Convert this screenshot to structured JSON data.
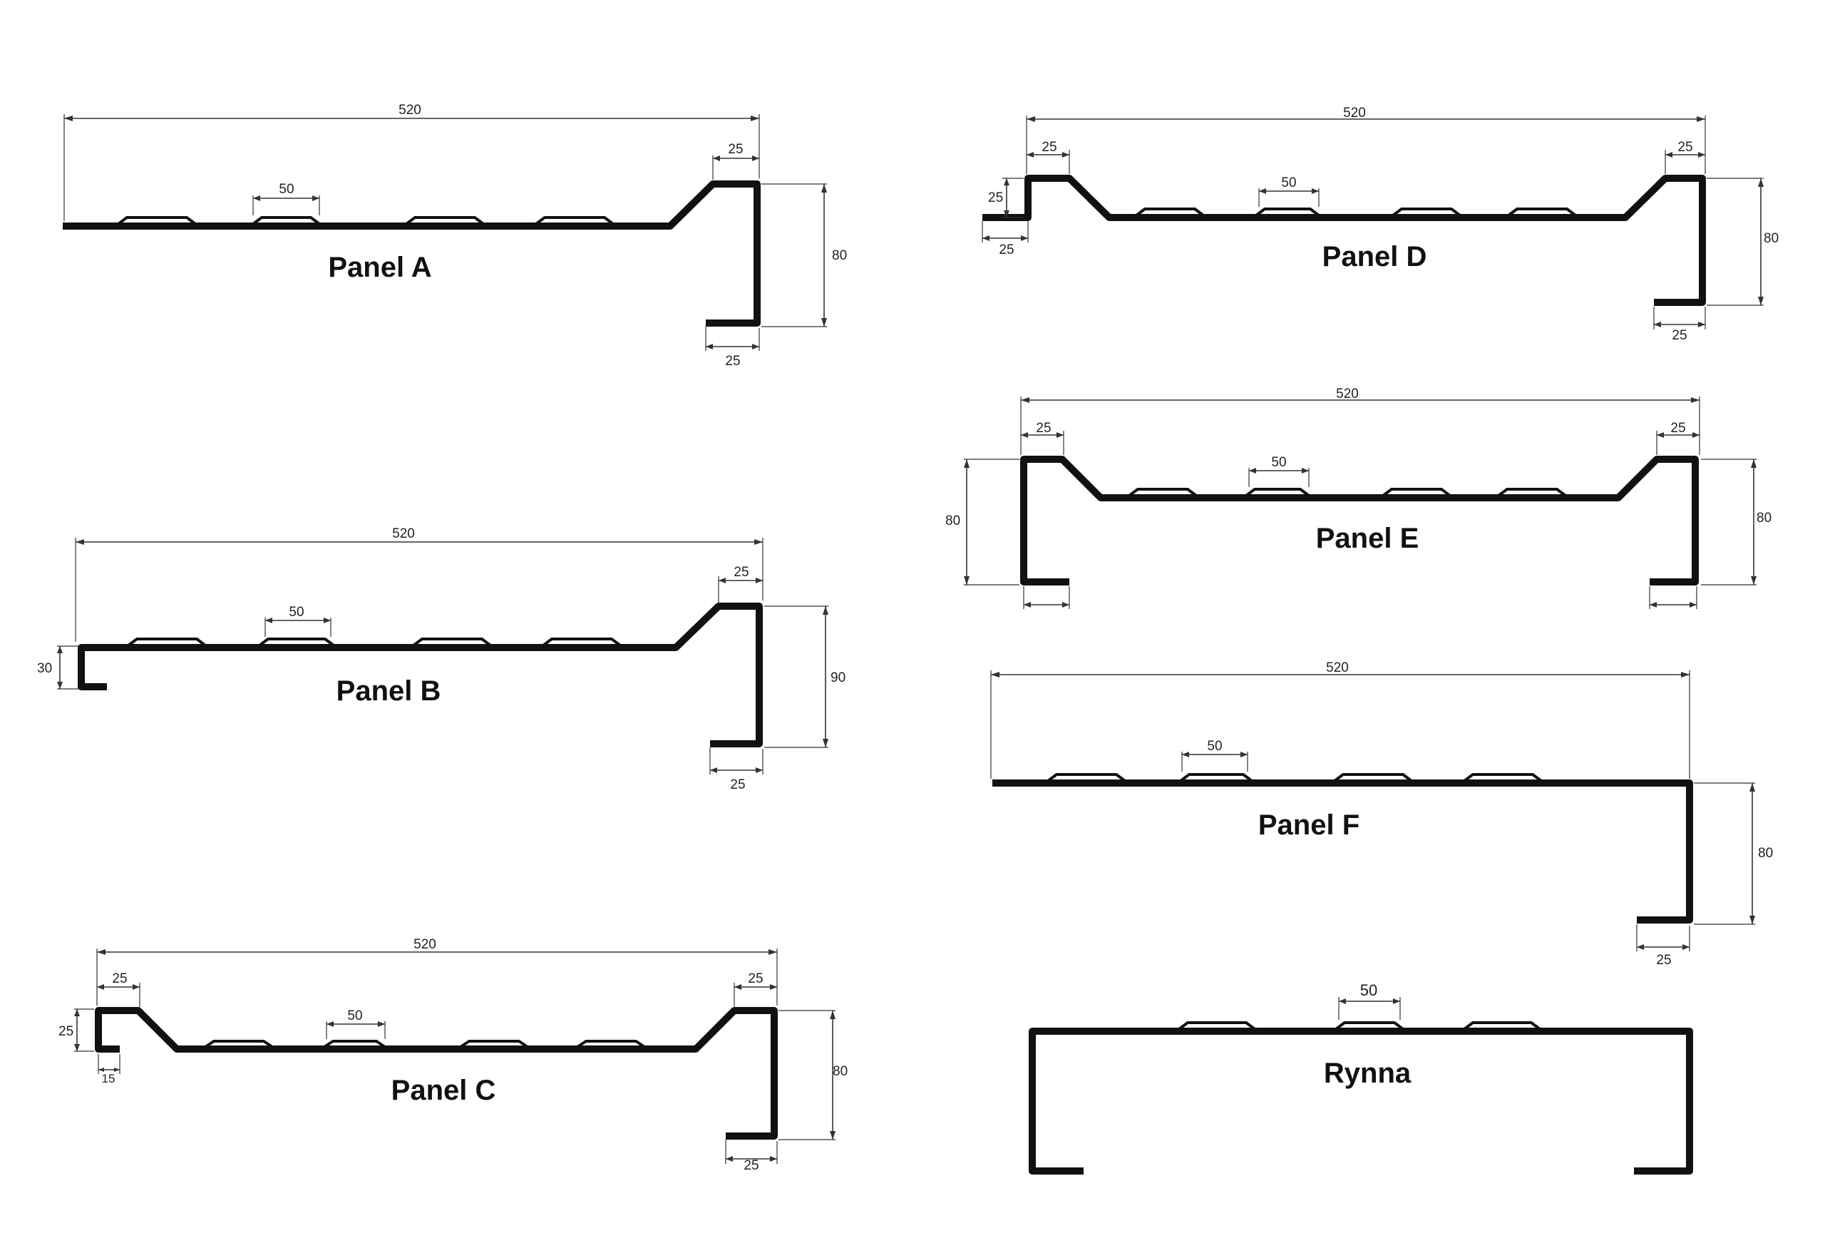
{
  "diagram": {
    "dimension_unit": "",
    "panels": [
      {
        "id": "A",
        "title": "Panel A",
        "dims": {
          "width": "520",
          "rib": "50",
          "top_flange": "25",
          "height": "80",
          "bottom_flange": "25"
        }
      },
      {
        "id": "B",
        "title": "Panel B",
        "dims": {
          "width": "520",
          "rib": "50",
          "top_flange": "25",
          "height": "90",
          "bottom_flange": "25",
          "left_hook": "30"
        }
      },
      {
        "id": "C",
        "title": "Panel C",
        "dims": {
          "width": "520",
          "rib": "50",
          "left_top": "25",
          "left_height": "25",
          "left_hook": "15",
          "right_top": "25",
          "height": "80",
          "bottom_flange": "25"
        }
      },
      {
        "id": "D",
        "title": "Panel D",
        "dims": {
          "width": "520",
          "rib": "50",
          "left_top": "25",
          "left_height": "25",
          "left_foot": "25",
          "right_top": "25",
          "height": "80",
          "bottom_flange": "25"
        }
      },
      {
        "id": "E",
        "title": "Panel E",
        "dims": {
          "width": "520",
          "rib": "50",
          "left_top": "25",
          "right_top": "25",
          "left_height": "80",
          "right_height": "80"
        }
      },
      {
        "id": "F",
        "title": "Panel F",
        "dims": {
          "width": "520",
          "rib": "50",
          "height": "80",
          "bottom_flange": "25"
        }
      },
      {
        "id": "R",
        "title": "Rynna",
        "dims": {
          "rib": "50"
        }
      }
    ]
  }
}
